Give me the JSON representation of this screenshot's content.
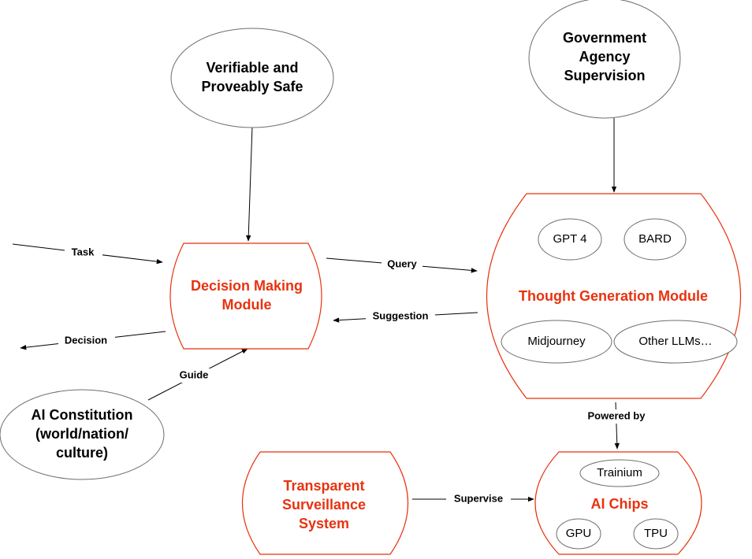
{
  "colors": {
    "accent": "#e8320f",
    "gray_stroke": "#6e6e6e",
    "line": "#000000"
  },
  "nodes": {
    "verifiable": {
      "line1": "Verifiable and",
      "line2": "Proveably Safe"
    },
    "government": {
      "line1": "Government",
      "line2": "Agency",
      "line3": "Supervision"
    },
    "decision_module": {
      "line1": "Decision Making",
      "line2": "Module"
    },
    "thought_module": {
      "title": "Thought Generation Module"
    },
    "gpt4": "GPT 4",
    "bard": "BARD",
    "midjourney": "Midjourney",
    "other_llms": "Other LLMs…",
    "constitution": {
      "line1": "AI Constitution",
      "line2": "(world/nation/",
      "line3": "culture)"
    },
    "surveillance": {
      "line1": "Transparent",
      "line2": "Surveillance",
      "line3": "System"
    },
    "ai_chips": {
      "title": "AI Chips"
    },
    "trainium": "Trainium",
    "gpu": "GPU",
    "tpu": "TPU"
  },
  "edges": {
    "task": "Task",
    "decision": "Decision",
    "guide": "Guide",
    "query": "Query",
    "suggestion": "Suggestion",
    "powered_by": "Powered by",
    "supervise": "Supervise"
  }
}
